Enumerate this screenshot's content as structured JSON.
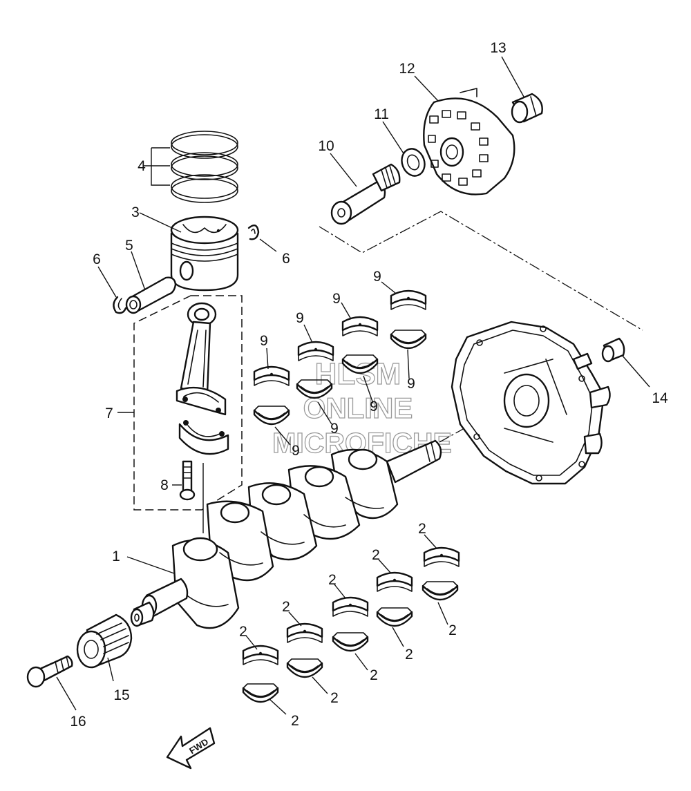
{
  "watermark": {
    "line1": "HLSM",
    "line2": "ONLINE",
    "line3": "MICROFICHE"
  },
  "direction_arrow": {
    "label": "FWD"
  },
  "callouts": [
    {
      "label": "1"
    },
    {
      "label": "2"
    },
    {
      "label": "2"
    },
    {
      "label": "2"
    },
    {
      "label": "2"
    },
    {
      "label": "2"
    },
    {
      "label": "2"
    },
    {
      "label": "2"
    },
    {
      "label": "2"
    },
    {
      "label": "2"
    },
    {
      "label": "2"
    },
    {
      "label": "3"
    },
    {
      "label": "4"
    },
    {
      "label": "5"
    },
    {
      "label": "6"
    },
    {
      "label": "6"
    },
    {
      "label": "7"
    },
    {
      "label": "8"
    },
    {
      "label": "9"
    },
    {
      "label": "9"
    },
    {
      "label": "9"
    },
    {
      "label": "9"
    },
    {
      "label": "9"
    },
    {
      "label": "9"
    },
    {
      "label": "9"
    },
    {
      "label": "9"
    },
    {
      "label": "10"
    },
    {
      "label": "11"
    },
    {
      "label": "12"
    },
    {
      "label": "13"
    },
    {
      "label": "14"
    },
    {
      "label": "15"
    },
    {
      "label": "16"
    }
  ]
}
